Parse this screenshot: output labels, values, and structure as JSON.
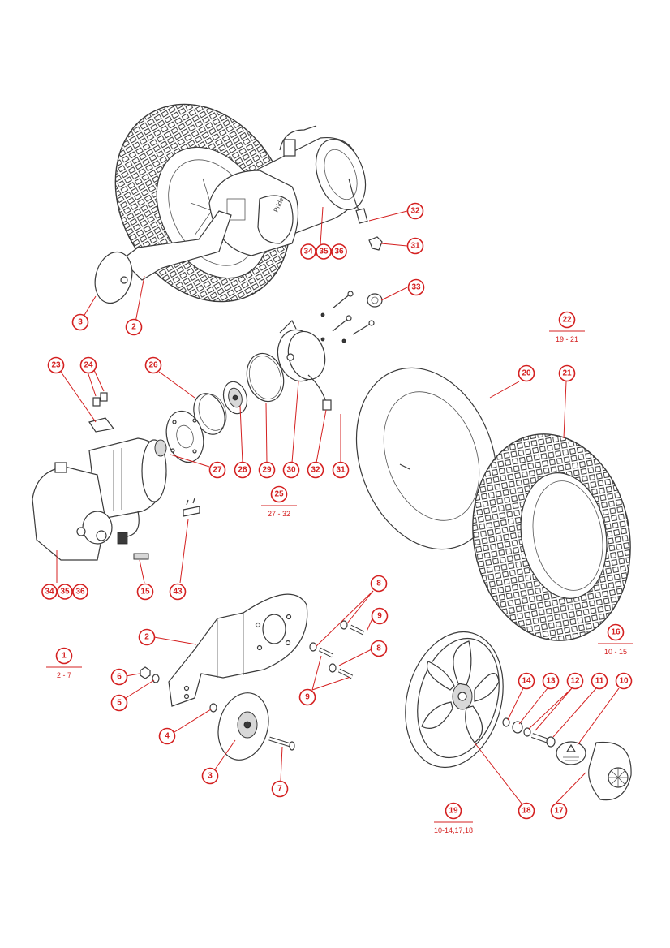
{
  "diagram": {
    "callouts": [
      {
        "id": "c32a",
        "label": "32"
      },
      {
        "id": "c31a",
        "label": "31"
      },
      {
        "id": "c34a",
        "label": "34"
      },
      {
        "id": "c35a",
        "label": "35"
      },
      {
        "id": "c36a",
        "label": "36"
      },
      {
        "id": "c33",
        "label": "33"
      },
      {
        "id": "c3a",
        "label": "3"
      },
      {
        "id": "c2a",
        "label": "2"
      },
      {
        "id": "c23",
        "label": "23"
      },
      {
        "id": "c24",
        "label": "24"
      },
      {
        "id": "c26",
        "label": "26"
      },
      {
        "id": "c27",
        "label": "27"
      },
      {
        "id": "c28",
        "label": "28"
      },
      {
        "id": "c29",
        "label": "29"
      },
      {
        "id": "c30",
        "label": "30"
      },
      {
        "id": "c32b",
        "label": "32"
      },
      {
        "id": "c31b",
        "label": "31"
      },
      {
        "id": "c20",
        "label": "20"
      },
      {
        "id": "c21",
        "label": "21"
      },
      {
        "id": "c34b",
        "label": "34"
      },
      {
        "id": "c35b",
        "label": "35"
      },
      {
        "id": "c36b",
        "label": "36"
      },
      {
        "id": "c15",
        "label": "15"
      },
      {
        "id": "c43",
        "label": "43"
      },
      {
        "id": "c8a",
        "label": "8"
      },
      {
        "id": "c9a",
        "label": "9"
      },
      {
        "id": "c8b",
        "label": "8"
      },
      {
        "id": "c9b",
        "label": "9"
      },
      {
        "id": "c2b",
        "label": "2"
      },
      {
        "id": "c6",
        "label": "6"
      },
      {
        "id": "c5",
        "label": "5"
      },
      {
        "id": "c4",
        "label": "4"
      },
      {
        "id": "c3b",
        "label": "3"
      },
      {
        "id": "c7",
        "label": "7"
      },
      {
        "id": "c14",
        "label": "14"
      },
      {
        "id": "c13",
        "label": "13"
      },
      {
        "id": "c12",
        "label": "12"
      },
      {
        "id": "c11",
        "label": "11"
      },
      {
        "id": "c10",
        "label": "10"
      },
      {
        "id": "c18",
        "label": "18"
      },
      {
        "id": "c17",
        "label": "17"
      }
    ],
    "kits": [
      {
        "id": "k22",
        "label": "22",
        "range": "19 - 21"
      },
      {
        "id": "k25",
        "label": "25",
        "range": "27 - 32"
      },
      {
        "id": "k1",
        "label": "1",
        "range": "2 - 7"
      },
      {
        "id": "k16",
        "label": "16",
        "range": "10 - 15"
      },
      {
        "id": "k19",
        "label": "19",
        "range": "10-14,17,18"
      }
    ]
  }
}
